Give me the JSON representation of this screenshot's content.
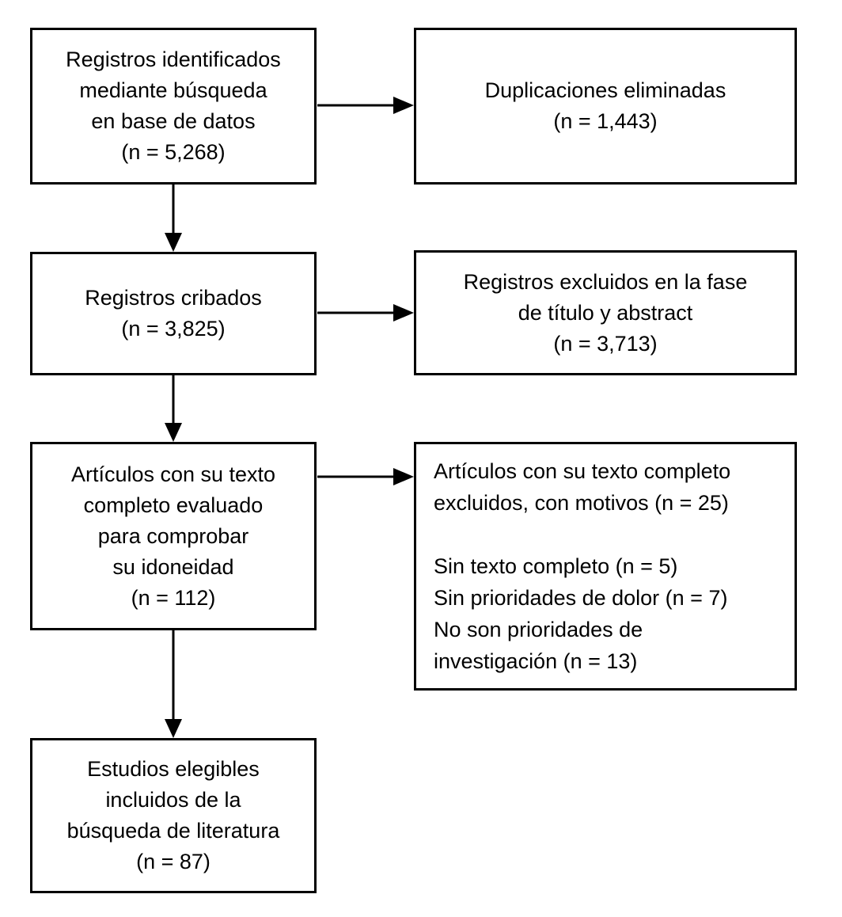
{
  "diagram": {
    "type": "prisma-flowchart",
    "background_color": "#ffffff",
    "border_color": "#000000",
    "text_color": "#000000",
    "boxes": {
      "identified": {
        "lines": [
          "Registros identificados",
          "mediante búsqueda",
          "en base de datos",
          "(n = 5,268)"
        ],
        "n": "5,268"
      },
      "duplicates": {
        "lines": [
          "Duplicaciones eliminadas",
          "(n = 1,443)"
        ],
        "n": "1,443"
      },
      "screened": {
        "lines": [
          "Registros cribados",
          "(n = 3,825)"
        ],
        "n": "3,825"
      },
      "excluded_title_abstract": {
        "lines": [
          "Registros excluidos en la fase",
          "de título y abstract",
          "(n = 3,713)"
        ],
        "n": "3,713"
      },
      "fulltext_assessed": {
        "lines": [
          "Artículos con su texto",
          "completo evaluado",
          "para comprobar",
          "su idoneidad",
          "(n = 112)"
        ],
        "n": "112"
      },
      "fulltext_excluded": {
        "lines": [
          "Artículos con su texto completo",
          "excluidos, con motivos (n = 25)",
          "",
          "Sin texto completo (n = 5)",
          "Sin prioridades de dolor (n = 7)",
          "No son prioridades de",
          "investigación (n = 13)"
        ],
        "n": "25",
        "reasons": [
          {
            "label": "Sin texto completo",
            "n": "5"
          },
          {
            "label": "Sin prioridades de dolor",
            "n": "7"
          },
          {
            "label": "No son prioridades de investigación",
            "n": "13"
          }
        ]
      },
      "included": {
        "lines": [
          "Estudios elegibles",
          "incluidos de la",
          "búsqueda de literatura",
          "(n = 87)"
        ],
        "n": "87"
      }
    }
  }
}
